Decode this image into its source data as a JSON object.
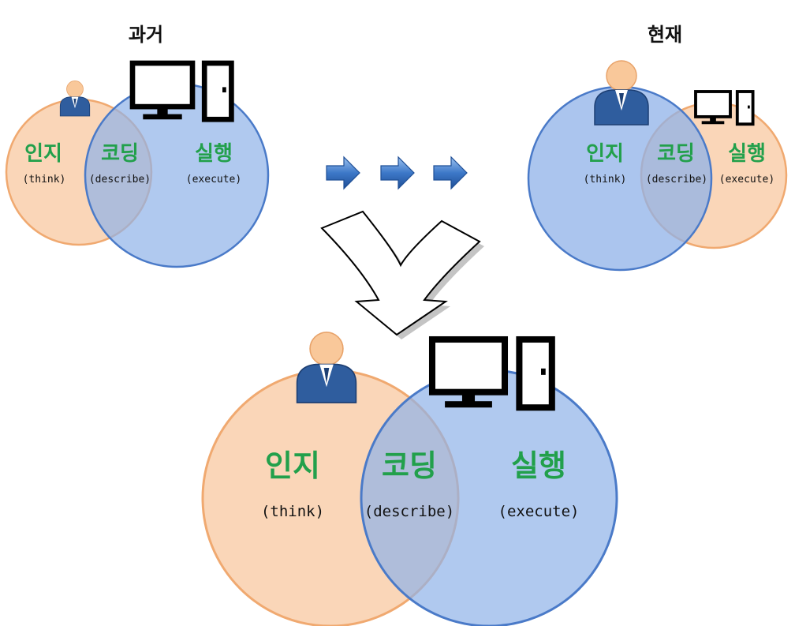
{
  "titles": {
    "past": "과거",
    "present": "현재"
  },
  "labels": {
    "think_ko": "인지",
    "think_en": "(think)",
    "describe_ko": "코딩",
    "describe_en": "(describe)",
    "execute_ko": "실행",
    "execute_en": "(execute)"
  },
  "colors": {
    "human_fill": "#f9d2b0",
    "human_stroke": "#f0a970",
    "machine_fill": "#8fb2e8",
    "machine_stroke": "#4a7ac8",
    "label_green": "#22a04b",
    "person_suit": "#2f5d9e",
    "person_head": "#f9c89a"
  },
  "icons": [
    "person-icon",
    "computer-monitor-icon",
    "computer-tower-icon",
    "right-arrow-icon",
    "merge-down-arrow-icon"
  ]
}
